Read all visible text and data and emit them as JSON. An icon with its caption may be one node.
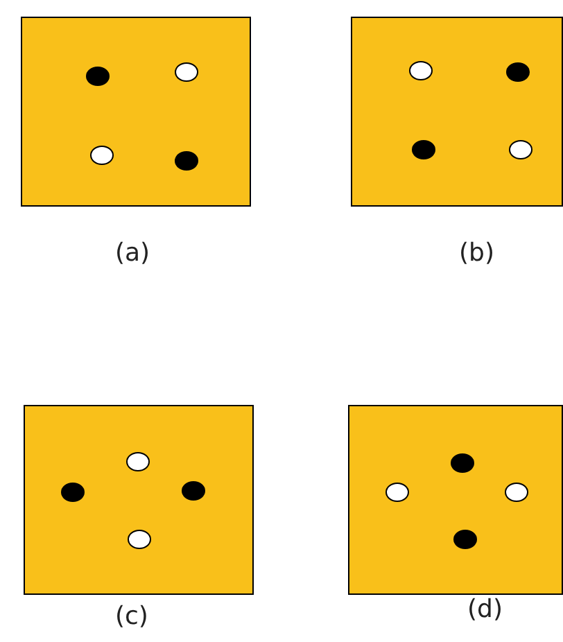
{
  "diagram": {
    "nodes": [
      {
        "text": [
          "(a)"
        ]
      },
      {
        "text": [],
        "shape": "dot",
        "in": 0
      },
      {
        "text": [],
        "shape": "circle",
        "in": 0
      },
      {
        "text": [],
        "shape": "circle",
        "in": 0
      },
      {
        "text": [],
        "shape": "dot",
        "in": 0
      },
      {
        "text": [
          "(b)"
        ]
      },
      {
        "text": [],
        "shape": "circle",
        "in": 5
      },
      {
        "text": [],
        "shape": "dot",
        "in": 5
      },
      {
        "text": [],
        "shape": "dot",
        "in": 5
      },
      {
        "text": [],
        "shape": "circle",
        "in": 5
      },
      {
        "text": [
          "(c)"
        ]
      },
      {
        "text": [],
        "shape": "circle",
        "in": 10
      },
      {
        "text": [],
        "shape": "dot",
        "in": 10
      },
      {
        "text": [],
        "shape": "dot",
        "in": 10
      },
      {
        "text": [],
        "shape": "circle",
        "in": 10
      },
      {
        "text": [
          "(d)"
        ]
      },
      {
        "text": [],
        "shape": "dot",
        "in": 15
      },
      {
        "text": [],
        "shape": "circle",
        "in": 15
      },
      {
        "text": [],
        "shape": "circle",
        "in": 15
      },
      {
        "text": [],
        "shape": "dot",
        "in": 15
      }
    ]
  }
}
